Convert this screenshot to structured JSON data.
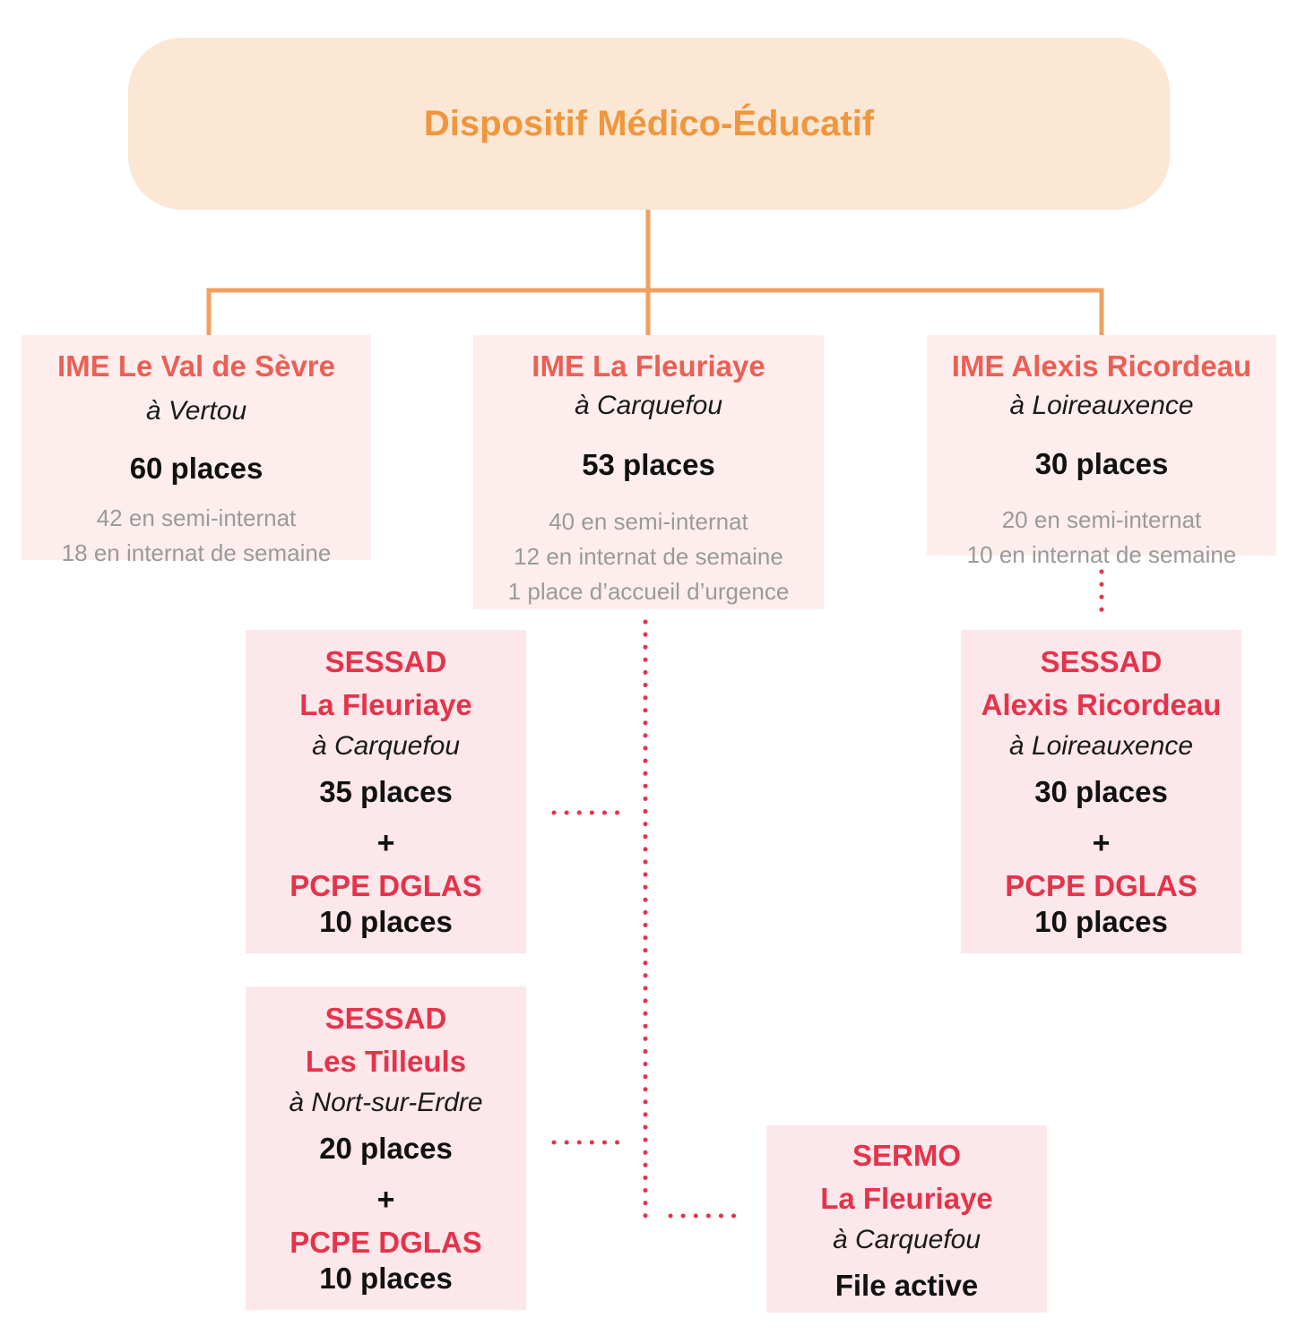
{
  "root": {
    "title": "Dispositif Médico-Éducatif"
  },
  "ime": [
    {
      "name": "IME Le Val de Sèvre",
      "location": "à Vertou",
      "places": "60 places",
      "details": [
        "42  en semi-internat",
        "18 en internat de semaine"
      ]
    },
    {
      "name": "IME La Fleuriaye",
      "location": "à Carquefou",
      "places": "53 places",
      "details": [
        "40 en semi-internat",
        "12 en internat de semaine",
        "1 place d’accueil d’urgence"
      ]
    },
    {
      "name": "IME Alexis Ricordeau",
      "location": "à Loireauxence",
      "places": "30 places",
      "details": [
        "20 en semi-internat",
        "10 en internat de semaine"
      ]
    }
  ],
  "sessad": [
    {
      "label": "SESSAD",
      "name": "La Fleuriaye",
      "location": "à Carquefou",
      "places": "35 places",
      "plus": "+",
      "pcpe": "PCPE DGLAS",
      "pcpe_places": "10 places"
    },
    {
      "label": "SESSAD",
      "name": "Les Tilleuls",
      "location": "à Nort-sur-Erdre",
      "places": "20 places",
      "plus": "+",
      "pcpe": "PCPE DGLAS",
      "pcpe_places": "10 places"
    },
    {
      "label": "SESSAD",
      "name": "Alexis Ricordeau",
      "location": "à Loireauxence",
      "places": "30 places",
      "plus": "+",
      "pcpe": "PCPE DGLAS",
      "pcpe_places": "10 places"
    }
  ],
  "sermo": {
    "label": "SERMO",
    "name": "La Fleuriaye",
    "location": "à Carquefou",
    "status": "File active"
  },
  "colors": {
    "root_fill": "#fce7d5",
    "root_text": "#f0963c",
    "solid_connector": "#f0a060",
    "dotted_connector": "#e5334b",
    "ime_title": "#ec5f54",
    "service_title": "#e5334b",
    "detail_text": "#9a9a9a"
  }
}
